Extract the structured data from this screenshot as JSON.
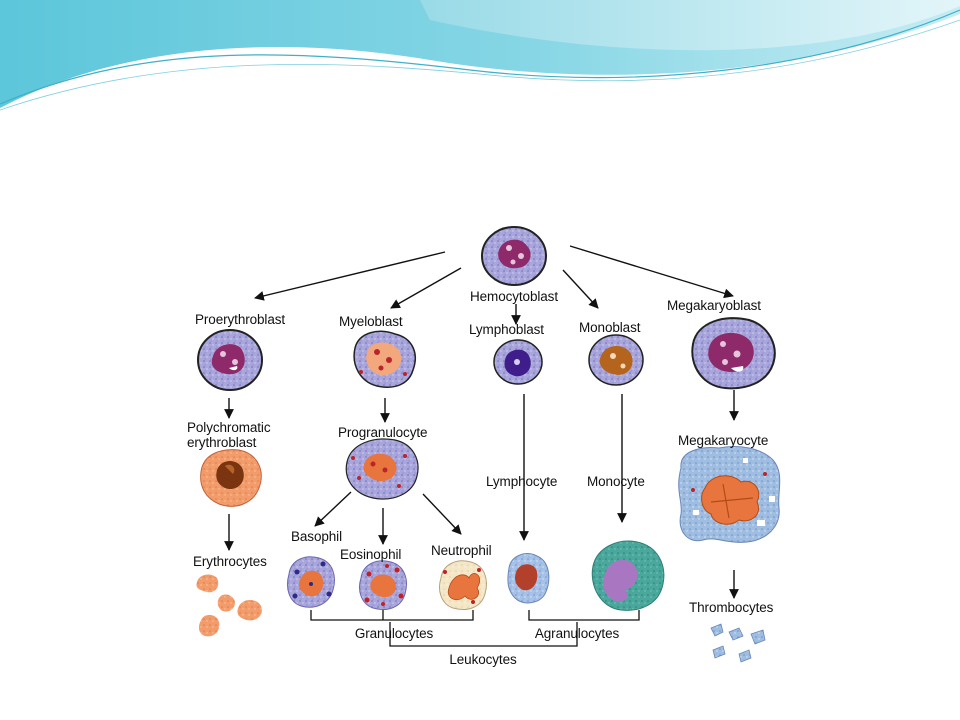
{
  "labels": {
    "hemocytoblast": "Hemocytoblast",
    "proerythroblast": "Proerythroblast",
    "myeloblast": "Myeloblast",
    "lymphoblast": "Lymphoblast",
    "monoblast": "Monoblast",
    "megakaryoblast": "Megakaryoblast",
    "polychromatic_line1": "Polychromatic",
    "polychromatic_line2": "erythroblast",
    "progranulocyte": "Progranulocyte",
    "megakaryocyte": "Megakaryocyte",
    "lymphocyte": "Lymphocyte",
    "monocyte": "Monocyte",
    "basophil": "Basophil",
    "eosinophil": "Eosinophil",
    "neutrophil": "Neutrophil",
    "erythrocytes": "Erythrocytes",
    "thrombocytes": "Thrombocytes",
    "granulocytes": "Granulocytes",
    "agranulocytes": "Agranulocytes",
    "leukocytes": "Leukocytes"
  },
  "colors": {
    "header_teal": "#5ec8dc",
    "header_light": "#b9e6ef",
    "cytoplasm_blue": "#a9a6dc",
    "nucleus_magenta": "#8e2a6a",
    "erythro_orange": "#f19a6a",
    "monocyte_teal": "#3f9e94"
  }
}
